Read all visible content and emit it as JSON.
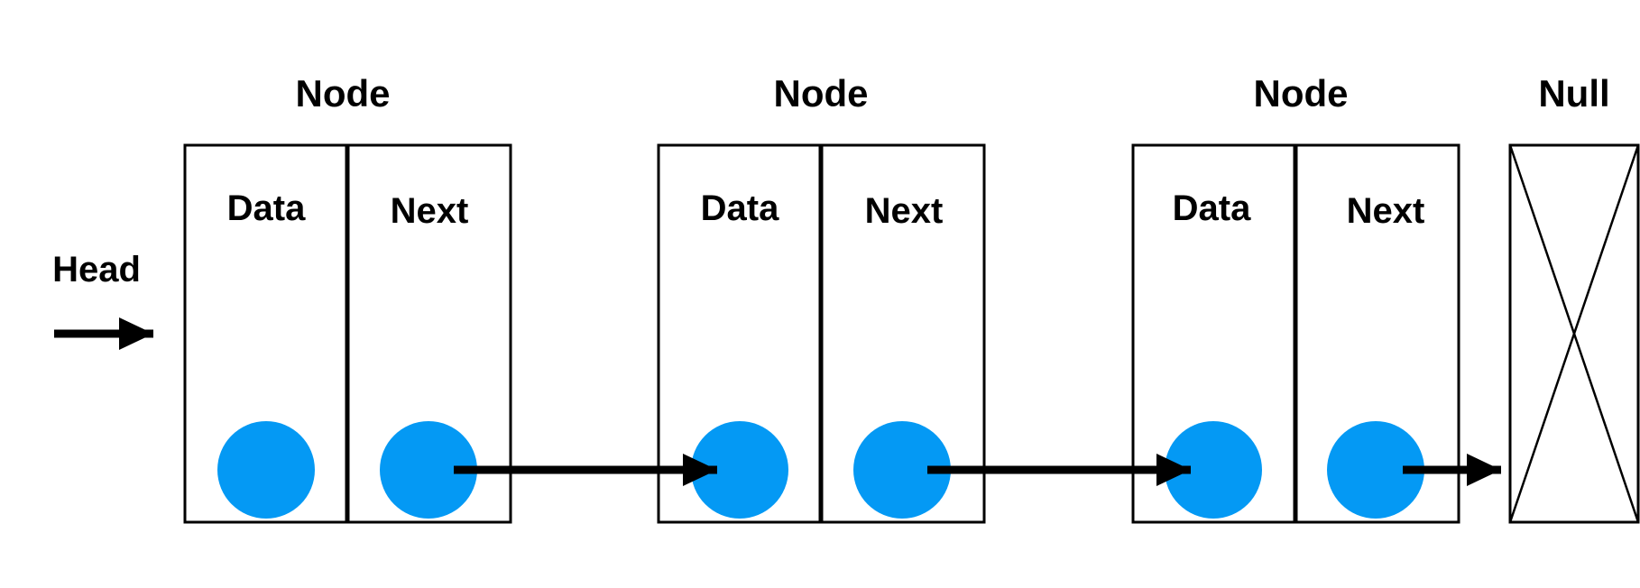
{
  "head_label": "Head",
  "null_label": "Null",
  "nodes": [
    {
      "title": "Node",
      "data_label": "Data",
      "next_label": "Next"
    },
    {
      "title": "Node",
      "data_label": "Data",
      "next_label": "Next"
    },
    {
      "title": "Node",
      "data_label": "Data",
      "next_label": "Next"
    }
  ],
  "colors": {
    "dot": "#0499f4",
    "stroke": "#000000",
    "background": "#ffffff"
  }
}
